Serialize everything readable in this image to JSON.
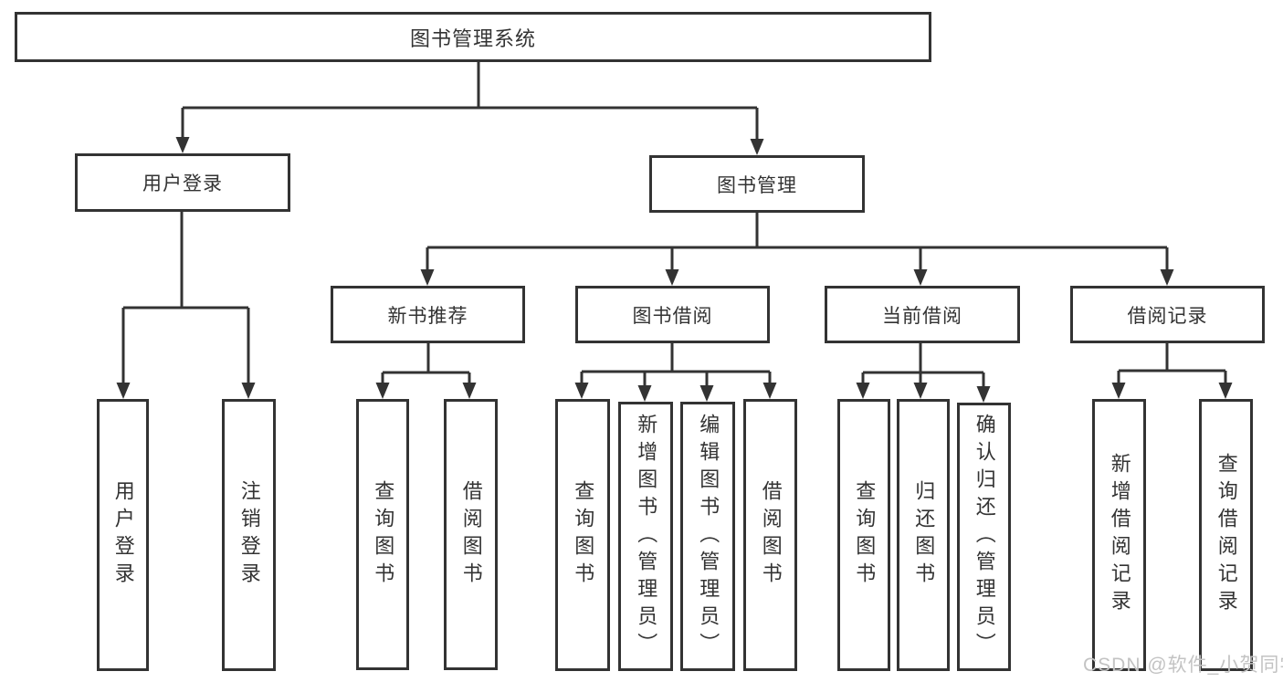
{
  "colors": {
    "line": "#333333",
    "text": "#333333",
    "watermark": "#c3c3c3",
    "background": "#ffffff"
  },
  "root": {
    "label": "图书管理系统"
  },
  "level2": [
    {
      "label": "用户登录",
      "children": [
        "用户登录",
        "注销登录"
      ]
    },
    {
      "label": "图书管理"
    }
  ],
  "modules": [
    {
      "label": "新书推荐",
      "children": [
        "查询图书",
        "借阅图书"
      ]
    },
    {
      "label": "图书借阅",
      "children": [
        "查询图书",
        "新增图书（管理员）",
        "编辑图书（管理员）",
        "借阅图书"
      ]
    },
    {
      "label": "当前借阅",
      "children": [
        "查询图书",
        "归还图书",
        "确认归还（管理员）"
      ]
    },
    {
      "label": "借阅记录",
      "children": [
        "新增借阅记录",
        "查询借阅记录"
      ]
    }
  ],
  "watermark": "CSDN @软件_小贺同学"
}
